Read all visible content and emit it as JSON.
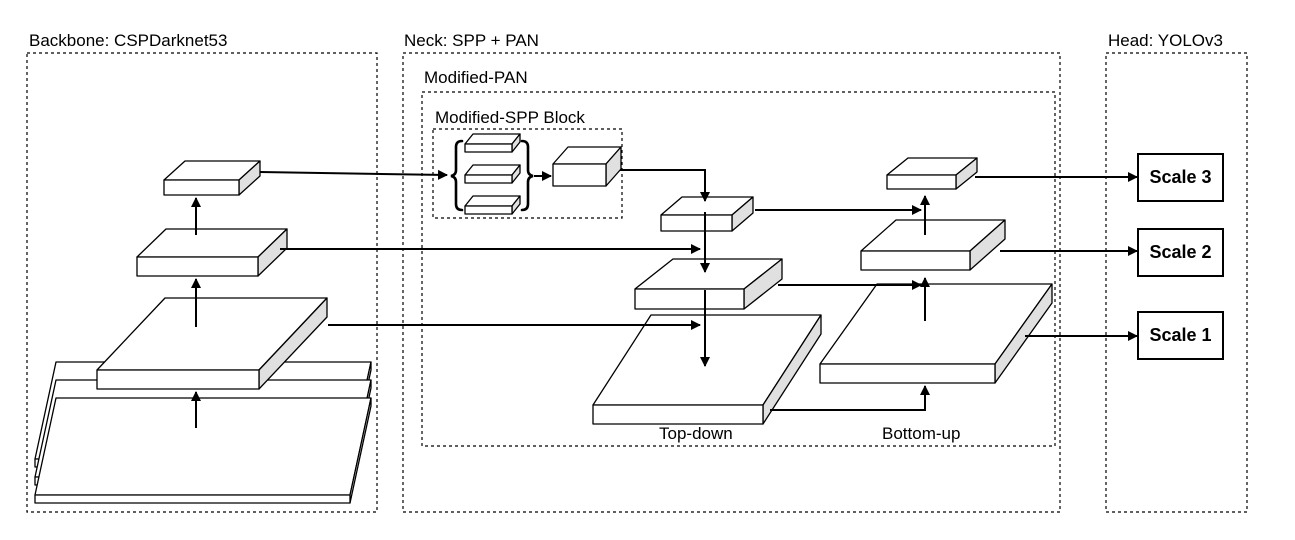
{
  "sections": {
    "backbone": "Backbone: CSPDarknet53",
    "neck": "Neck: SPP + PAN",
    "head": "Head: YOLOv3",
    "modified_pan": "Modified-PAN",
    "modified_spp": "Modified-SPP Block"
  },
  "paths": {
    "top_down": "Top-down",
    "bottom_up": "Bottom-up"
  },
  "outputs": [
    "Scale 3",
    "Scale 2",
    "Scale 1"
  ]
}
